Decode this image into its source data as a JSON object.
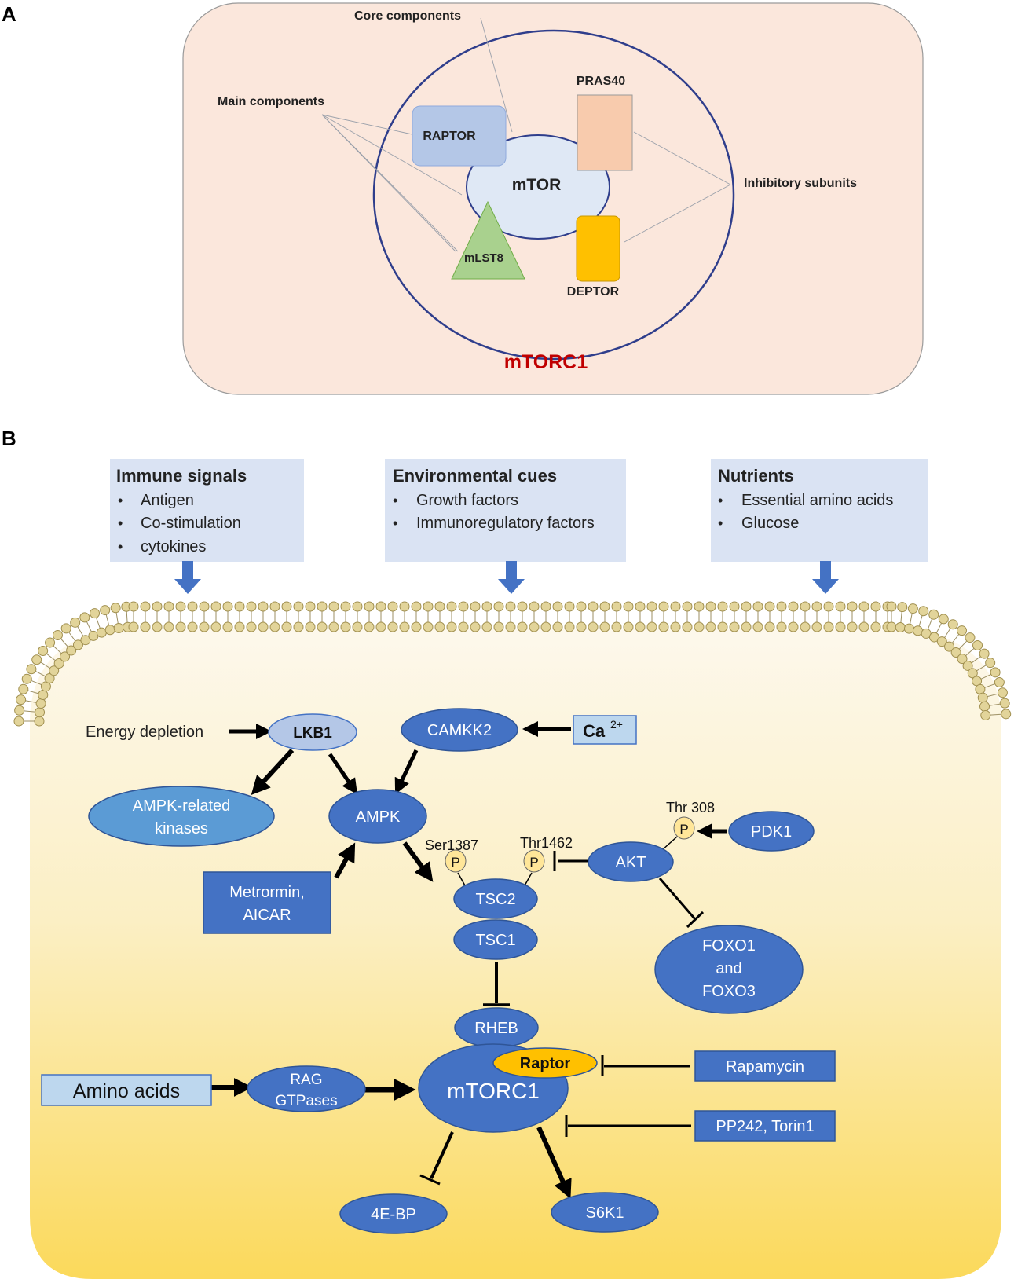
{
  "panel_a": {
    "letter": "A",
    "complex_label": "mTORC1",
    "center_label": "mTOR",
    "callouts": {
      "core": "Core components",
      "main": "Main components",
      "inhibitory": "Inhibitory subunits"
    },
    "subunits": {
      "raptor": "RAPTOR",
      "pras40": "PRAS40",
      "mlst8": "mLST8",
      "deptor": "DEPTOR"
    },
    "colors": {
      "background": "#fbe7dc",
      "mtor": "#dfe8f5",
      "raptor": "#b4c7e7",
      "pras40": "#f8cbad",
      "mlst8": "#a9d18e",
      "deptor": "#ffc000",
      "outline": "#2f3e8c",
      "title": "#c00000"
    }
  },
  "panel_b": {
    "letter": "B",
    "inputs": [
      {
        "title": "Immune signals",
        "items": [
          "Antigen",
          "Co-stimulation",
          "cytokines"
        ]
      },
      {
        "title": "Environmental cues",
        "items": [
          "Growth factors",
          "Immunoregulatory factors"
        ]
      },
      {
        "title": "Nutrients",
        "items": [
          "Essential amino acids",
          "Glucose"
        ]
      }
    ],
    "nodes": {
      "energy_depletion": "Energy depletion",
      "lkb1": "LKB1",
      "camkk2": "CAMKK2",
      "ca": "Ca",
      "ca_sup": "2+",
      "ampk_related_1": "AMPK-related",
      "ampk_related_2": "kinases",
      "ampk": "AMPK",
      "metformin_1": "Metrormin,",
      "metformin_2": "AICAR",
      "ser1387": "Ser1387",
      "thr1462": "Thr1462",
      "thr308": "Thr 308",
      "p": "P",
      "pdk1": "PDK1",
      "akt": "AKT",
      "tsc2": "TSC2",
      "tsc1": "TSC1",
      "foxo_1": "FOXO1",
      "foxo_2": "and",
      "foxo_3": "FOXO3",
      "rheb": "RHEB",
      "raptor": "Raptor",
      "mtorc1": "mTORC1",
      "rapamycin": "Rapamycin",
      "pp242": "PP242, Torin1",
      "amino_acids": "Amino acids",
      "rag_1": "RAG",
      "rag_2": "GTPases",
      "four_ebp": "4E-BP",
      "s6k1": "S6K1"
    },
    "colors": {
      "node": "#4472c4",
      "node_dark": "#2f5597",
      "lkb1": "#b4c7e7",
      "ampk_related": "#5b9bd5",
      "input_box": "#dae3f3",
      "light_box": "#bdd7ee",
      "raptor": "#ffc000",
      "phospho": "#ffe699",
      "arrow_blue": "#4472c4",
      "membrane": "#e2d49a",
      "cell_top": "#fdf8ec",
      "cell_bottom": "#fbd95b"
    }
  }
}
